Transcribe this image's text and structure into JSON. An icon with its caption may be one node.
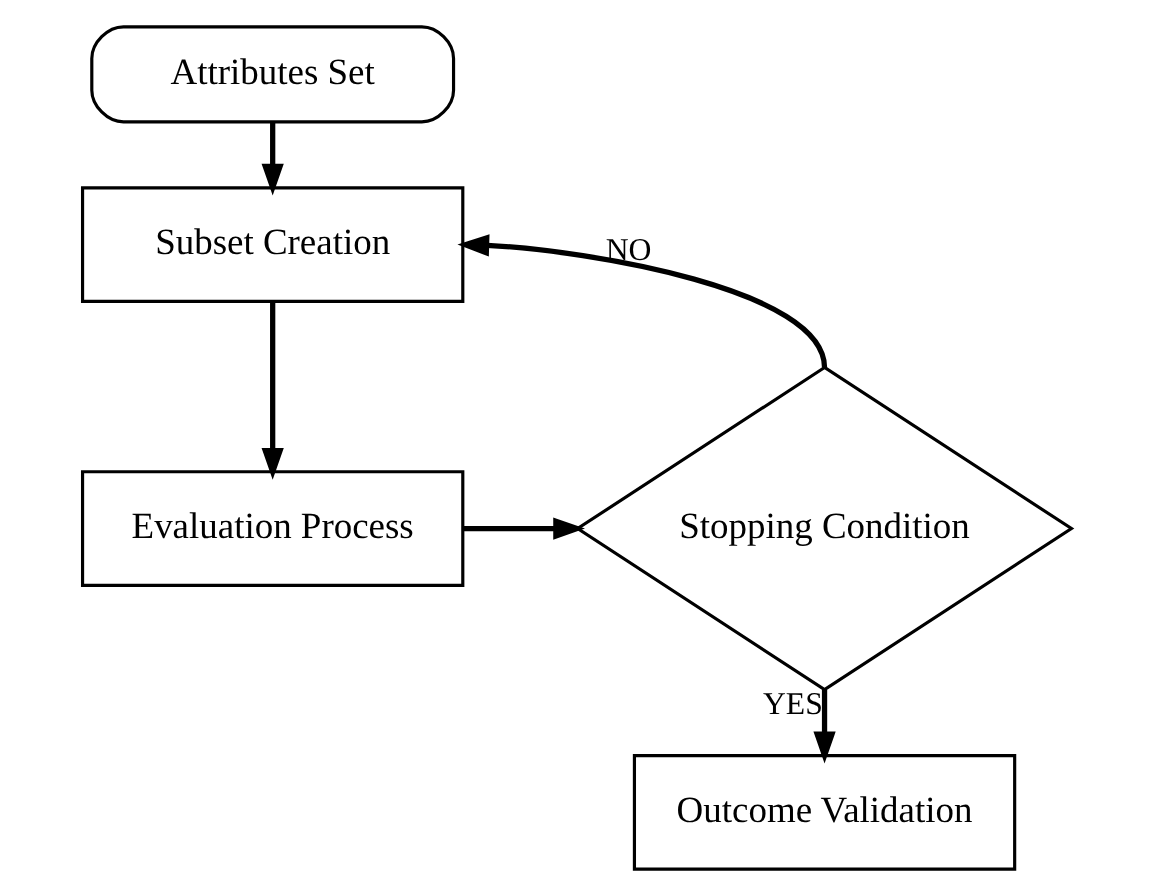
{
  "diagram": {
    "nodes": [
      {
        "text": [
          "Attributes Set"
        ]
      },
      {
        "text": [
          "Subset Creation"
        ]
      },
      {
        "text": [
          "Evaluation Process"
        ]
      },
      {
        "text": [
          "Stopping Condition"
        ]
      },
      {
        "text": [
          "Outcome Validation"
        ]
      }
    ],
    "edges": [
      {
        "from": 0,
        "to": 1,
        "arrow": "to"
      },
      {
        "from": 1,
        "to": 2,
        "arrow": "to"
      },
      {
        "from": 2,
        "to": 3,
        "arrow": "to"
      },
      {
        "from": 3,
        "to": 1,
        "arrow": "to",
        "label": "NO"
      },
      {
        "from": 3,
        "to": 4,
        "arrow": "to",
        "label": "YES"
      }
    ]
  }
}
